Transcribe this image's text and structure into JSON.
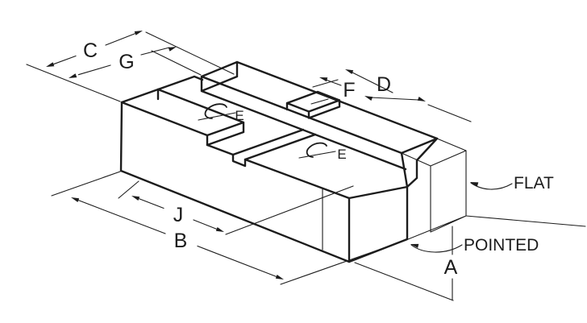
{
  "drawing": {
    "dimension_labels": {
      "c": "C",
      "g": "G",
      "d": "D",
      "f": "F",
      "j": "J",
      "b": "B",
      "a": "A",
      "e_front": "E",
      "e_rear": "E"
    },
    "callouts": {
      "flat": "FLAT",
      "pointed": "POINTED"
    },
    "colors": {
      "line": "#1c1c1c",
      "background": "#ffffff"
    }
  }
}
